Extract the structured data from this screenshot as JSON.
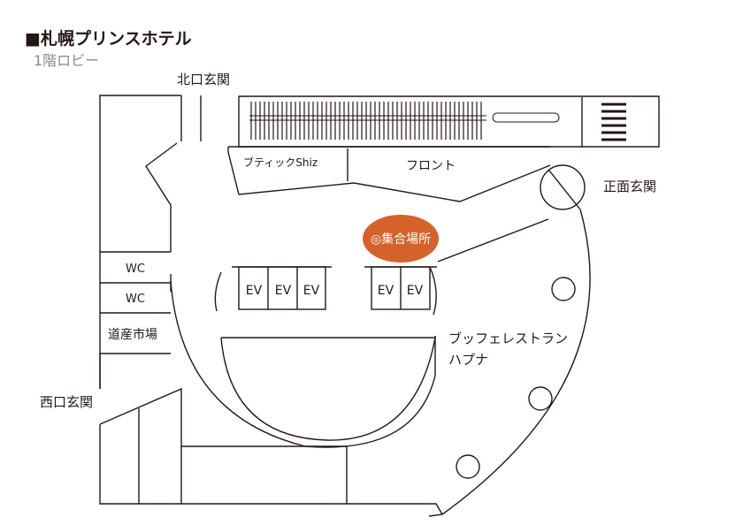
{
  "header": {
    "title": "■札幌プリンスホテル",
    "subtitle": "1階ロビー"
  },
  "labels": {
    "north_entrance": "北口玄関",
    "main_entrance": "正面玄関",
    "west_entrance": "西口玄関",
    "boutique": "ブティックShiz",
    "front": "フロント",
    "meeting_point": "◎集合場所",
    "wc1": "WC",
    "wc2": "WC",
    "souvenir": "道産市場",
    "buffet_line1": "ブッフェレストラン",
    "buffet_line2": "ハプナ",
    "elevators": [
      "EV",
      "EV",
      "EV",
      "EV",
      "EV"
    ]
  },
  "colors": {
    "meeting_point_fill": "#d5622a",
    "meeting_point_text": "#ffffff",
    "line": "#231815",
    "subtitle": "#8a8a8a"
  }
}
